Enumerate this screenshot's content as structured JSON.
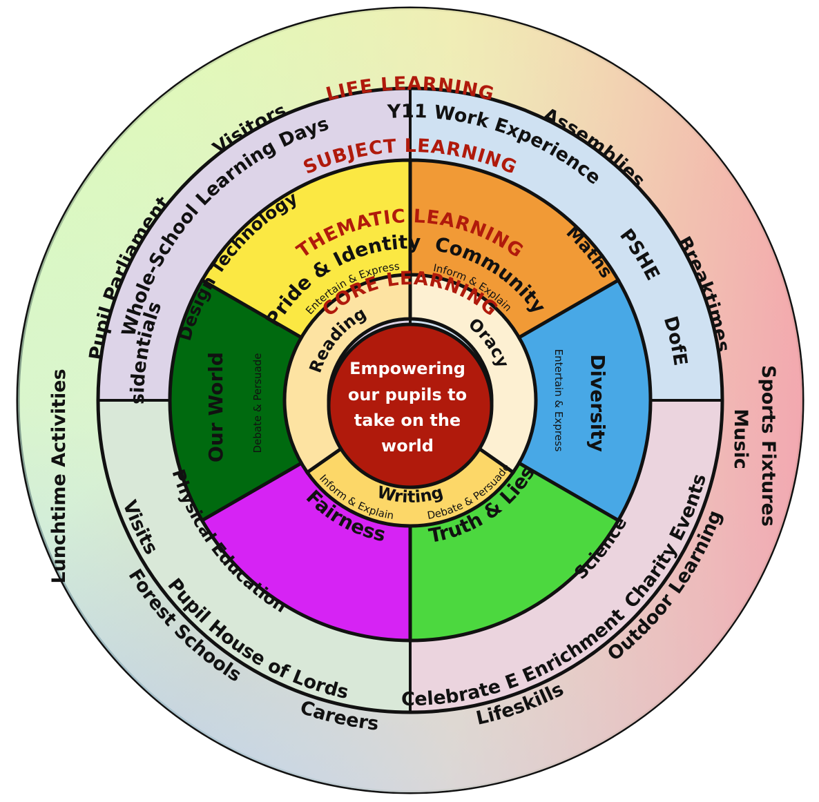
{
  "rings": {
    "life_learning": "LIFE LEARNING",
    "subject_learning": "SUBJECT LEARNING",
    "thematic_learning": "THEMATIC LEARNING",
    "core_learning": "CORE LEARNING"
  },
  "center": {
    "lines": [
      "Empowering",
      "our pupils to",
      "take on the",
      "world"
    ]
  },
  "core": {
    "reading": "Reading",
    "oracy": "Oracy",
    "writing": "Writing"
  },
  "themes": {
    "pride": {
      "title": "Pride & Identity",
      "sub": "Entertain & Express"
    },
    "community": {
      "title": "Community",
      "sub": "Inform & Explain"
    },
    "diversity": {
      "title": "Diversity",
      "sub": "Entertain & Express"
    },
    "truth": {
      "title": "Truth & Lies",
      "sub": "Debate & Persuade"
    },
    "fairness": {
      "title": "Fairness",
      "sub": "Inform & Explain"
    },
    "world": {
      "title": "Our World",
      "sub": "Debate & Persuade"
    }
  },
  "subjects": {
    "design": "Design Technology",
    "maths": "Maths",
    "science": "Science",
    "pe": "Physical Education"
  },
  "life": {
    "y11": "Y11 Work Experience",
    "assemblies": "Assemblies",
    "visitors": "Visitors",
    "whole_school": "Whole-School Learning Days",
    "pupil_parliament": "Pupil Parliament",
    "residentials": "Residentials",
    "lunchtime": "Lunchtime Activities",
    "visits": "Visits",
    "pshe": "PSHE",
    "breaktimes": "Breaktimes",
    "dofe": "DofE",
    "sports": "Sports Fixtures",
    "music": "Music",
    "charity": "Charity Events",
    "outdoor": "Outdoor Learning",
    "celebrate": "Celebrate E Enrichment",
    "lifeskills": "Lifeskills",
    "careers": "Careers",
    "house_of_lords": "Pupil House of Lords",
    "forest": "Forest Schools"
  },
  "colors": {
    "outline": "#111111",
    "center": "#b01a0c",
    "ring_title": "#b01a0c",
    "pride": "#fbe843",
    "community": "#f19a36",
    "diversity": "#48a8e6",
    "truth": "#4cd83f",
    "fairness": "#d623f4",
    "world": "#006a0f",
    "reading": "#fde3a2",
    "oracy": "#fdf0d2",
    "writing": "#fcd768",
    "subject_tl": "#ddd4e8",
    "subject_tr": "#cfe1f2",
    "subject_br": "#ebd4de",
    "subject_bl": "#d9e8d8"
  }
}
